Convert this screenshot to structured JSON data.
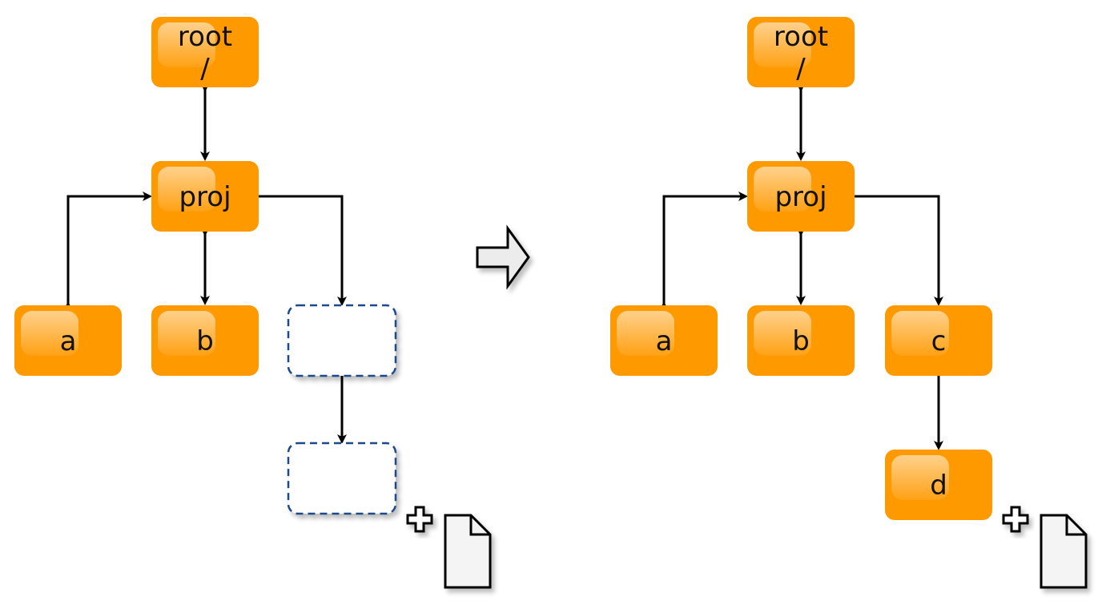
{
  "colors": {
    "node_fill": "#FF9900",
    "placeholder_stroke": "#1F4A8E",
    "edge": "#000000",
    "doc_fill": "#F4F4F4",
    "arrow_fill": "#ECECEC"
  },
  "before": {
    "nodes": {
      "root": {
        "label": [
          "root",
          "/"
        ]
      },
      "proj": {
        "label": [
          "proj"
        ]
      },
      "a": {
        "label": [
          "a"
        ]
      },
      "b": {
        "label": [
          "b"
        ]
      },
      "new1": {
        "label": []
      },
      "new2": {
        "label": []
      }
    }
  },
  "after": {
    "nodes": {
      "root": {
        "label": [
          "root",
          "/"
        ]
      },
      "proj": {
        "label": [
          "proj"
        ]
      },
      "a": {
        "label": [
          "a"
        ]
      },
      "b": {
        "label": [
          "b"
        ]
      },
      "c": {
        "label": [
          "c"
        ]
      },
      "d": {
        "label": [
          "d"
        ]
      }
    }
  },
  "icons": [
    "plus-icon",
    "document-icon",
    "transition-arrow-icon"
  ]
}
